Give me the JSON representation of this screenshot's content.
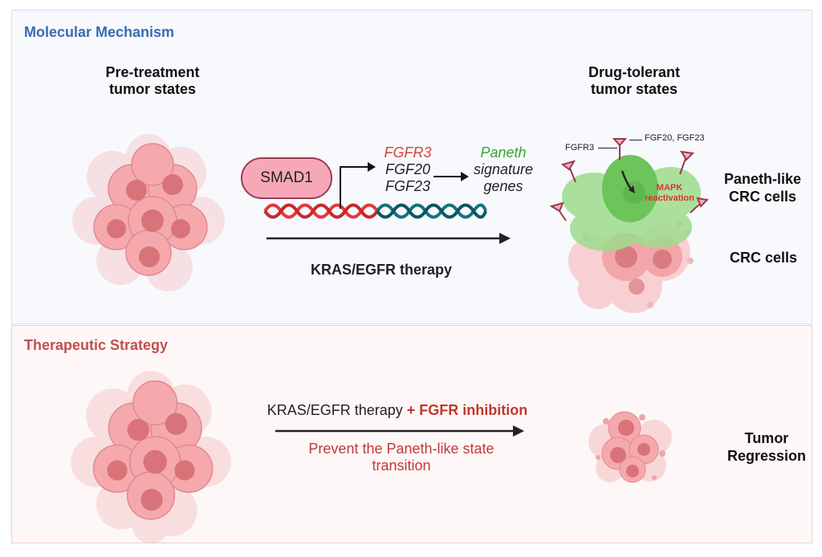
{
  "colors": {
    "mechanism_title": "#3a6cb0",
    "strategy_title": "#c0504d",
    "fgfr3": "#d0453f",
    "paneth": "#3aa335",
    "inhibition": "#c0392b",
    "prevent": "#c0393b",
    "mapk": "#d9342b"
  },
  "mechanism": {
    "title": "Molecular Mechanism",
    "pre_treatment_heading": [
      "Pre-treatment",
      "tumor states"
    ],
    "drug_tolerant_heading": [
      "Drug-tolerant",
      "tumor states"
    ],
    "smad1_label": "SMAD1",
    "target_genes": [
      "FGFR3",
      "FGF20",
      "FGF23"
    ],
    "paneth_genes": [
      "Paneth",
      "signature",
      "genes"
    ],
    "therapy_label": "KRAS/EGFR therapy",
    "receptor_label": "FGFR3",
    "ligand_label": "FGF20, FGF23",
    "mapk_label": [
      "MAPK",
      "reactivation"
    ],
    "paneth_like_label": [
      "Paneth-like",
      "CRC cells"
    ],
    "crc_label": "CRC cells"
  },
  "strategy": {
    "title": "Therapeutic Strategy",
    "therapy_prefix": "KRAS/EGFR therapy",
    "therapy_addition": "+ FGFR inhibition",
    "prevent_text": [
      "Prevent the Paneth-like state",
      "transition"
    ],
    "outcome_label": [
      "Tumor",
      "Regression"
    ]
  }
}
